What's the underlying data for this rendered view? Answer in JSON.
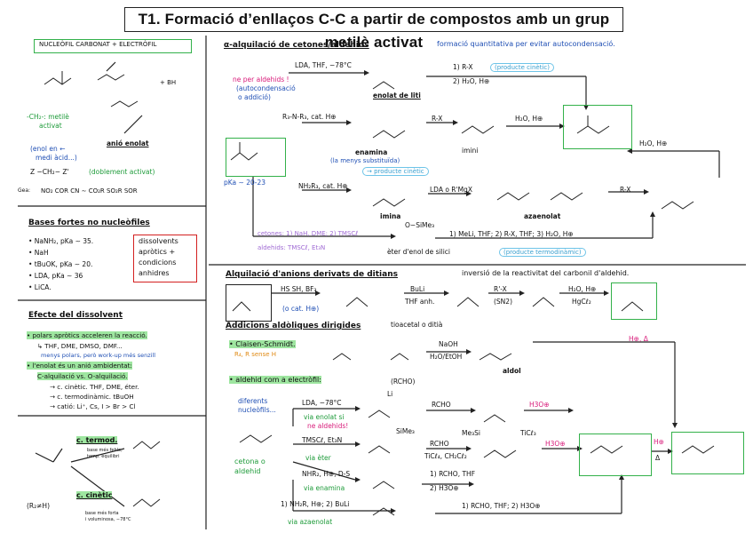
{
  "title": "T1. Formació d’enllaços C-C a partir de compostos amb un grup metilè activat",
  "left": {
    "nucleofil_box": "NUCLEÒFIL CARBONAT + ELECTRÒFIL",
    "metile": "-CH₂-: metilè",
    "metile2": "activat",
    "anio_enolat": "anió enolat",
    "enol_en": "(enol en ←",
    "medi_acid": "medi àcid...)",
    "z_line": "Z −CH₂− Z'",
    "doblement": "(doblement activat)",
    "gea": "Gea:",
    "groups": "NO₂  COR  CN ∼ CO₂R  SO₂R  SOR",
    "bh": "+ BH",
    "bases_title": "Bases fortes no nucleòfiles",
    "bases": [
      "• NaNH₂, pKa ∼ 35.",
      "• NaH",
      "• tBuOK, pKa ∼ 20.",
      "• LDA, pKa ∼ 36",
      "• LiCA."
    ],
    "dissolvents": [
      "dissolvents",
      "apròtics +",
      "condicions",
      "anhidres"
    ],
    "efecte_title": "Efecte del dissolvent",
    "efecte": [
      "• polars apròtics acceleren la reacció.",
      "↳ THF, DME, DMSO, DMF...",
      "menys polars, però work-up més senzill",
      "• l'enolat és un anió ambidentat:",
      "C-alquilació  vs.  O-alquilació.",
      "→ c. cinètic. THF, DME, éter.",
      "→ c. termodinàmic. tBuOH",
      "→ catió: Li⁺, Cs, I > Br > Cl"
    ],
    "c_termod": "c. termod.",
    "termod_sub": [
      "base més feble,",
      "temp. equilibri"
    ],
    "c_cinetic": "c. cinètic",
    "cinetic_sub": [
      "base més forta",
      "i voluminosa, −78°C"
    ],
    "r2h": "(R₂≠H)"
  },
  "alq": {
    "title": "α-alquilació de cetones/aldehids",
    "formacio": "formació quantitativa per evitar autocondensació.",
    "lda": "LDA, THF, −78°C",
    "enolat_liti": "enolat de liti",
    "ne_aldehids": "ne per aldehids !",
    "autocond": "(autocondensació",
    "o_addicio": "o addició)",
    "step1": "1) R-X",
    "prod_cinetic": "(producte cinètic)",
    "step2": "2) H₂O, H⊕",
    "amine": "R₃-N-R₃, cat. H⊕",
    "enamina": "enamina",
    "menys_sub": "(la menys substituïda)",
    "prod_cinetic2": "→ producte cinètic",
    "rx": "R-X",
    "imini": "imini",
    "h2o": "H₂O, H⊕",
    "h2o2": "H₂O, H⊕",
    "pka": "pKa ∼ 20-23",
    "nh2r": "NH₂R₃, cat. H⊕",
    "imina": "imina",
    "lda_r": "LDA o R'MgX",
    "azaenolat": "azaenolat",
    "rx2": "R-X",
    "cetones": "cetones: 1) NaH, DME; 2) TMSCℓ",
    "aldehids": "aldehids: TMSCℓ, Et₃N",
    "osime": "O−SiMe₃",
    "tmsteps": "1) MeLi, THF;  2) R-X, THF;  3) H₂O, H⊕",
    "eter": "èter d'enol de silici",
    "prod_termo": "(producte termodinàmic)"
  },
  "ditia": {
    "title": "Alquilació d'anions derivats de ditians",
    "inversio": "inversió de la reactivitat del carbonil d'aldehid.",
    "reag1": "HS   SH, BF₃",
    "cat": "(o cat. H⊕)",
    "buli": "BuLi",
    "thf": "THF anh.",
    "rx": "R'-X",
    "sn2": "(SN2)",
    "h2o": "H₂O, H⊕",
    "hgcl": "HgCℓ₂",
    "tioacetal": "tioacetal o ditià"
  },
  "aldol": {
    "title": "Addicions aldòliques dirigides",
    "claisen": "• Claisen-Schmidt.",
    "rsense": "R₄, R sense H",
    "naoh": "NaOH",
    "h2oetoh": "H₂O/EtOH",
    "aldol": "aldol",
    "hdelta": "H⊕, Δ",
    "ald_elec": "• aldehid com a electròfil:",
    "rcho": "(RCHO)",
    "diferents": [
      "diferents",
      "nucleòfils..."
    ],
    "lda": "LDA, −78°C",
    "via_enolat": "via enolat si",
    "ne_ald": "ne aldehids!",
    "rcho1": "RCHO",
    "h3o1": "H3O⊕",
    "tmscl": "TMSCℓ, Et₃N",
    "via_eter": "via èter",
    "rcho2": "RCHO",
    "ticl": "TiCℓ₄, CH₂Cℓ₂",
    "h3o2": "H3O⊕",
    "nhr": "NHR₂, H⊕, D-S",
    "via_enamina": "via enamina",
    "rcho3": "1) RCHO, THF",
    "h3o3": "2) H3O⊕",
    "cetona": [
      "cetona o",
      "aldehid"
    ],
    "nh2r": "1) NH₂R, H⊕; 2) BuLi",
    "via_aza": "via azaenolat",
    "rcho4": "1) RCHO, THF;  2) H3O⊕",
    "hdelta2": "H⊕",
    "delta": "Δ",
    "li": "Li",
    "sime": "SiMe₃",
    "me3si": "Me₃Si",
    "ticl3": "TiCℓ₃"
  }
}
